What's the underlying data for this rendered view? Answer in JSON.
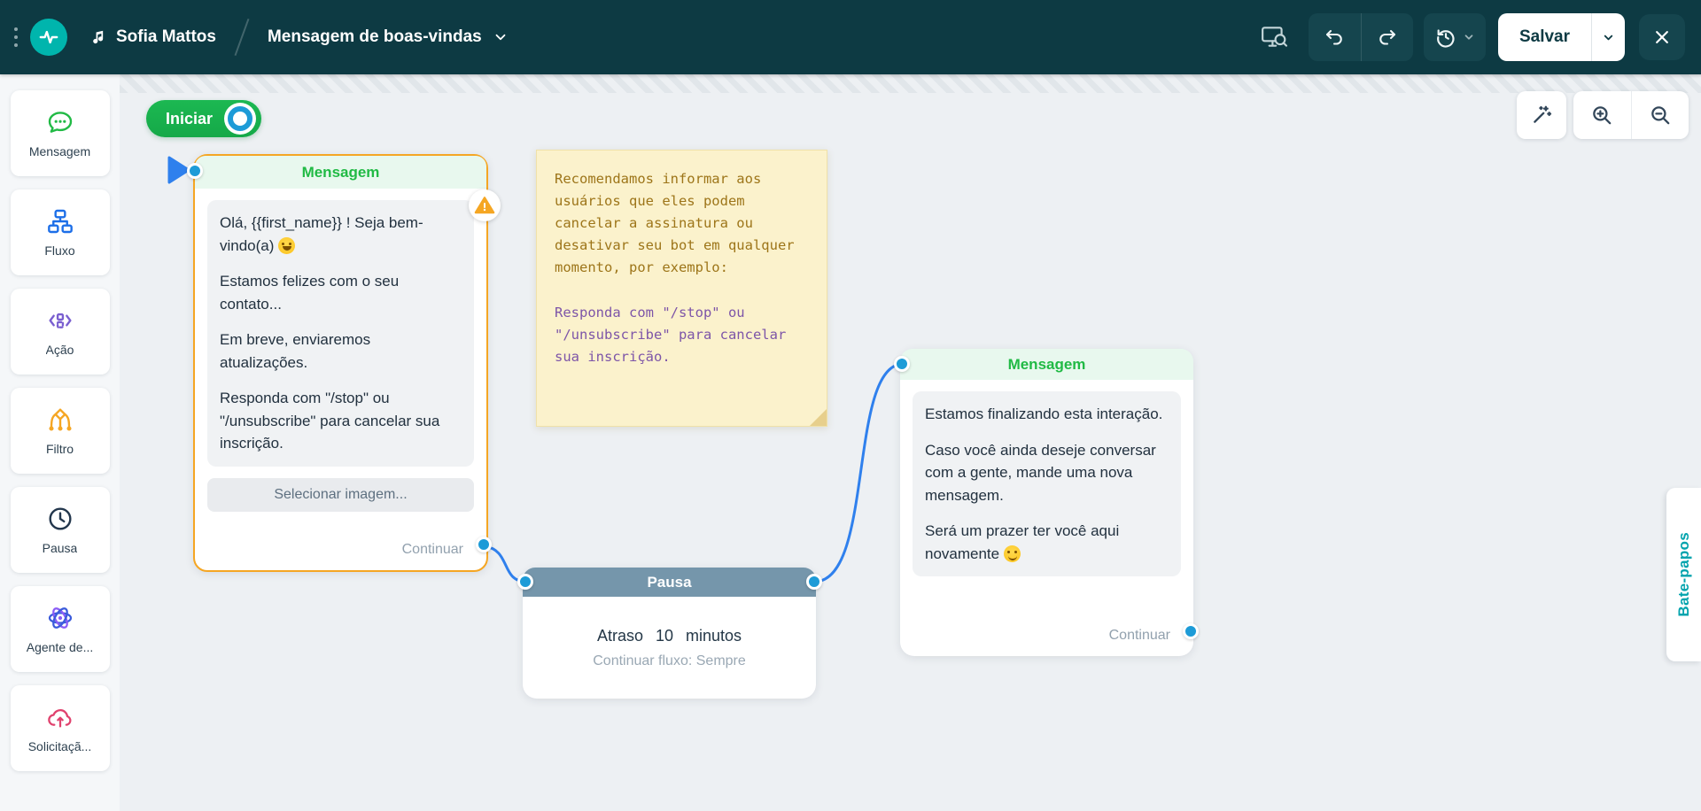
{
  "header": {
    "account_name": "Sofia Mattos",
    "flow_title": "Mensagem de boas-vindas",
    "save_label": "Salvar"
  },
  "sidebar": {
    "items": [
      {
        "label": "Mensagem",
        "icon": "chat-bubble-icon",
        "color": "#21ba45"
      },
      {
        "label": "Fluxo",
        "icon": "flow-chart-icon",
        "color": "#1d6fe8"
      },
      {
        "label": "Ação",
        "icon": "action-code-icon",
        "color": "#7a5fd0"
      },
      {
        "label": "Filtro",
        "icon": "filter-split-icon",
        "color": "#f5a623"
      },
      {
        "label": "Pausa",
        "icon": "clock-icon",
        "color": "#23374d"
      },
      {
        "label": "Agente de...",
        "icon": "ai-atom-icon",
        "color": "#3b5bdb"
      },
      {
        "label": "Solicitaçã...",
        "icon": "api-cloud-icon",
        "color": "#e0426e"
      }
    ]
  },
  "canvas": {
    "start_button": "Iniciar",
    "message_node_1": {
      "title": "Mensagem",
      "p1": "Olá, {{first_name}} ! Seja bem-vindo(a)",
      "p1_emoji": "grinning-face",
      "p2": "Estamos felizes com o seu contato...",
      "p3": "Em breve, enviaremos atualizações.",
      "p4": "Responda com \"/stop\" ou \"/unsubscribe\" para cancelar sua inscrição.",
      "image_button": "Selecionar imagem...",
      "continue_label": "Continuar"
    },
    "sticky_note": {
      "p1": "Recomendamos informar aos usuários que eles podem cancelar a assinatura ou desativar seu bot em qualquer momento, por exemplo:",
      "p2": "Responda com \"/stop\" ou \"/unsubscribe\" para cancelar sua inscrição."
    },
    "pause_node": {
      "title": "Pausa",
      "delay_label": "Atraso",
      "delay_value": "10",
      "delay_unit": "minutos",
      "flow_text": "Continuar fluxo: Sempre"
    },
    "message_node_2": {
      "title": "Mensagem",
      "p1": "Estamos finalizando esta interação.",
      "p2": "Caso você ainda deseje conversar com a gente, mande uma nova mensagem.",
      "p3": "Será um prazer ter você aqui novamente",
      "p3_emoji": "winking-face",
      "continue_label": "Continuar"
    },
    "chats_tab": "Bate-papos"
  },
  "icons": {
    "logo": "pulse-logo-icon",
    "account": "music-note-icon",
    "preview": "monitor-search-icon",
    "undo": "undo-arrow-icon",
    "redo": "redo-arrow-icon",
    "history": "history-clock-icon",
    "close": "close-x-icon",
    "wand": "magic-wand-icon",
    "zoom_in": "zoom-in-icon",
    "zoom_out": "zoom-out-icon",
    "warning": "warning-triangle-icon"
  },
  "colors": {
    "header_bg": "#0d3a43",
    "brand_teal": "#00b5ad",
    "node_green": "#21ba45",
    "selected_orange": "#f5a623",
    "connector_blue": "#2f80ed",
    "port_blue": "#1d9bd7",
    "pause_header": "#7596ab",
    "note_bg": "#fbf2cc",
    "canvas_bg": "#edf0f3",
    "chats_tab_teal": "#00a3ad"
  }
}
